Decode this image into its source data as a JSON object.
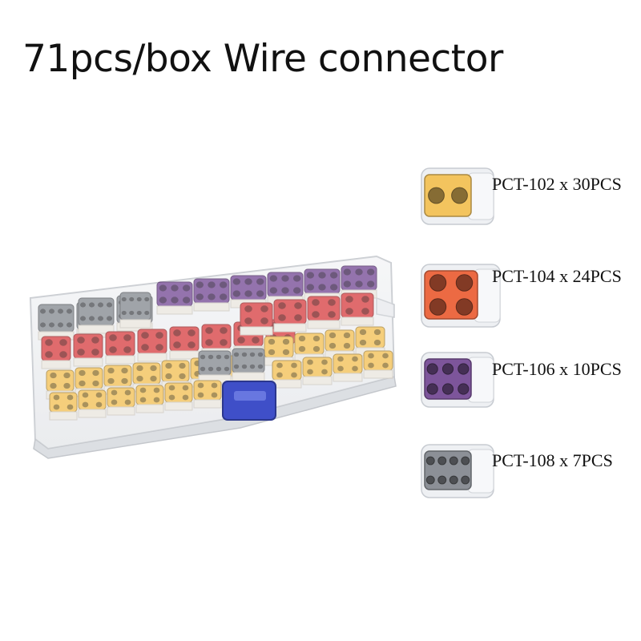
{
  "title": "71pcs/box Wire connector",
  "colors": {
    "yellow": "#f3c45e",
    "red": "#d94b4e",
    "purple": "#7d559b",
    "gray": "#8c9097",
    "orange": "#ec6a43",
    "latch": "#3f4fc8"
  },
  "legend": [
    {
      "label": "PCT-102 x 30PCS",
      "color": "#f3c45e",
      "holes": 2,
      "icon": "pct-102-connector"
    },
    {
      "label": "PCT-104 x 24PCS",
      "color": "#ec6a43",
      "holes": 4,
      "icon": "pct-104-connector"
    },
    {
      "label": "PCT-106 x 10PCS",
      "color": "#7d559b",
      "holes": 6,
      "icon": "pct-106-connector"
    },
    {
      "label": "PCT-108 x 7PCS",
      "color": "#8c9097",
      "holes": 8,
      "icon": "pct-108-connector"
    }
  ]
}
